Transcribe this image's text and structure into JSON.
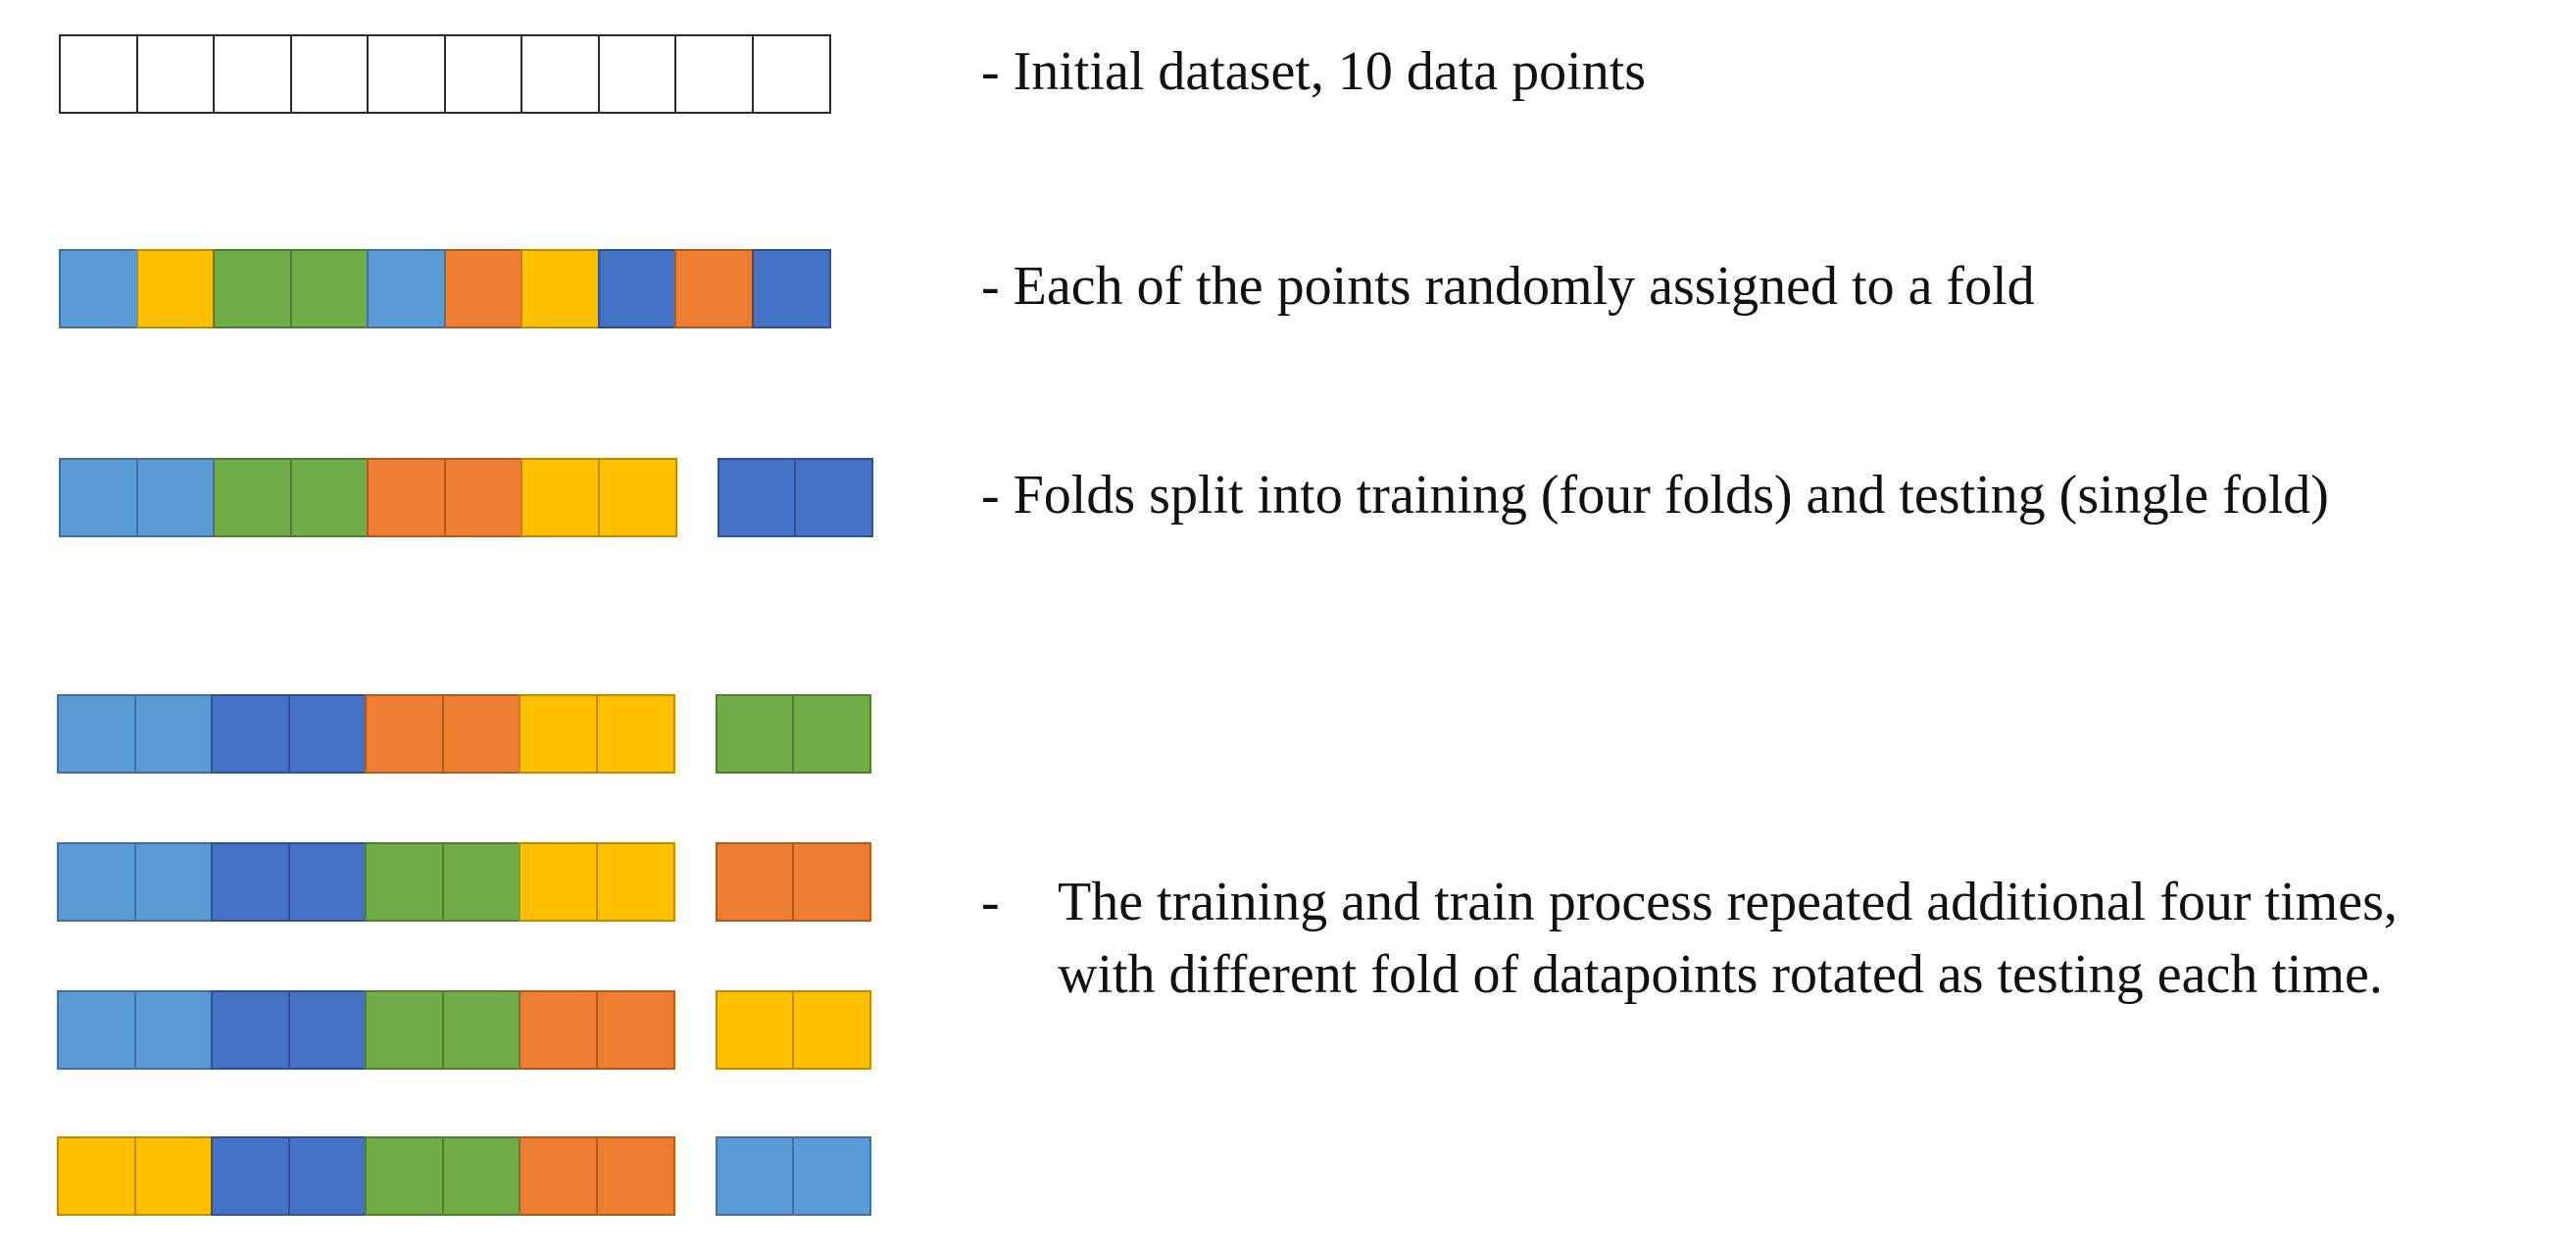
{
  "colors": {
    "empty": "#ffffff",
    "light_blue": "#5b9bd5",
    "yellow": "#ffc000",
    "green": "#70ad47",
    "orange": "#ed7d31",
    "dark_blue": "#4472c4"
  },
  "rows": [
    {
      "id": "initial",
      "cells": [
        "empty",
        "empty",
        "empty",
        "empty",
        "empty",
        "empty",
        "empty",
        "empty",
        "empty",
        "empty"
      ]
    },
    {
      "id": "assigned",
      "cells": [
        "light_blue",
        "yellow",
        "green",
        "green",
        "light_blue",
        "orange",
        "yellow",
        "dark_blue",
        "orange",
        "dark_blue"
      ]
    },
    {
      "id": "split",
      "training": [
        "light_blue",
        "light_blue",
        "green",
        "green",
        "orange",
        "orange",
        "yellow",
        "yellow"
      ],
      "testing": [
        "dark_blue",
        "dark_blue"
      ]
    },
    {
      "id": "rotation-1",
      "training": [
        "light_blue",
        "light_blue",
        "dark_blue",
        "dark_blue",
        "orange",
        "orange",
        "yellow",
        "yellow"
      ],
      "testing": [
        "green",
        "green"
      ]
    },
    {
      "id": "rotation-2",
      "training": [
        "light_blue",
        "light_blue",
        "dark_blue",
        "dark_blue",
        "green",
        "green",
        "yellow",
        "yellow"
      ],
      "testing": [
        "orange",
        "orange"
      ]
    },
    {
      "id": "rotation-3",
      "training": [
        "light_blue",
        "light_blue",
        "dark_blue",
        "dark_blue",
        "green",
        "green",
        "orange",
        "orange"
      ],
      "testing": [
        "yellow",
        "yellow"
      ]
    },
    {
      "id": "rotation-4",
      "training": [
        "yellow",
        "yellow",
        "dark_blue",
        "dark_blue",
        "green",
        "green",
        "orange",
        "orange"
      ],
      "testing": [
        "light_blue",
        "light_blue"
      ]
    }
  ],
  "labels": {
    "initial": "- Initial dataset, 10 data points",
    "assigned": "- Each of the points randomly assigned to a fold",
    "split": "- Folds split into training (four folds) and testing (single fold)",
    "repeat_dash": "-",
    "repeat_line1": "The training and train process repeated additional four times,",
    "repeat_line2": "with different fold of datapoints rotated as testing each time."
  }
}
